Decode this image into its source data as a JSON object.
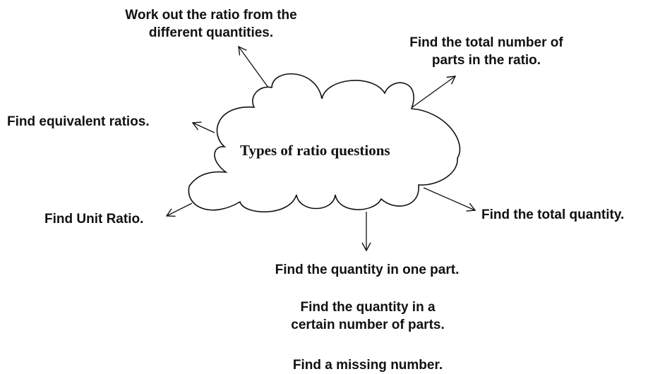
{
  "center": {
    "title": "Types of ratio questions"
  },
  "branches": {
    "work_out_ratio": [
      "Work out the ratio from the",
      "different quantities."
    ],
    "total_parts": [
      "Find the total number of",
      "parts in the ratio."
    ],
    "equivalent": "Find equivalent ratios.",
    "unit_ratio": "Find Unit Ratio.",
    "total_quantity": "Find the total quantity.",
    "one_part": "Find the quantity in one part."
  },
  "list": {
    "certain_parts": [
      "Find the quantity in a",
      "certain number of parts."
    ],
    "missing_number": "Find a missing number."
  },
  "colors": {
    "ink": "#111111",
    "background": "#ffffff"
  }
}
